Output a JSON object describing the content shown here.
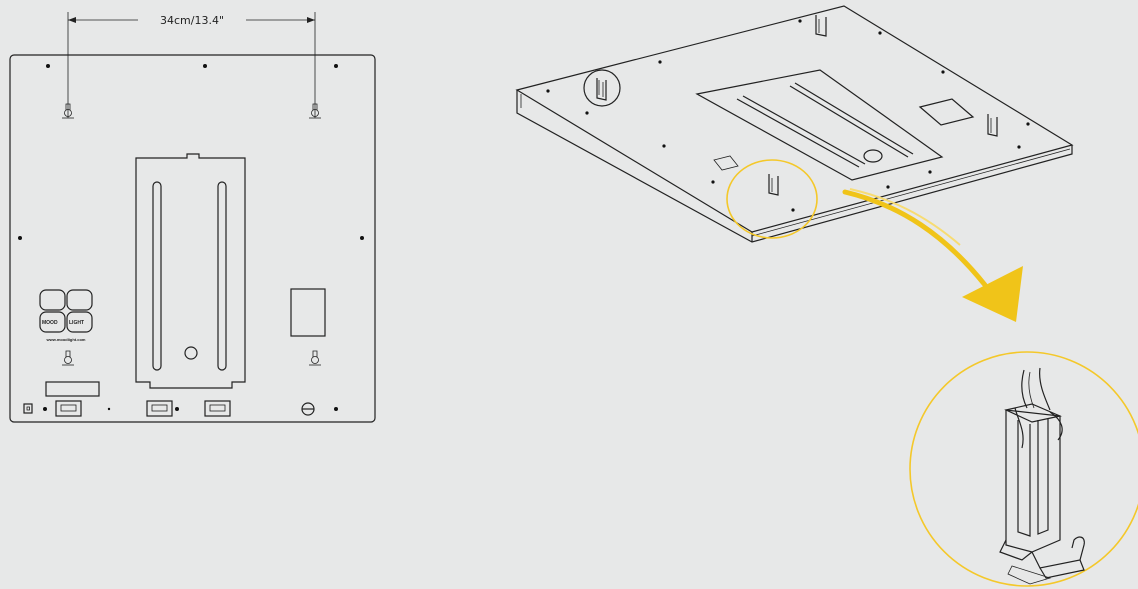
{
  "dimension": {
    "label": "34cm/13.4\""
  },
  "logo": {
    "word_left": "MOOD",
    "word_right": "LIGHT",
    "url": "www.moodlight.com"
  },
  "colors": {
    "background": "#e7e8e8",
    "line": "#222222",
    "highlight": "#f4c82a",
    "arrow": "#f0c419"
  },
  "icons": {
    "mount_hook": "keyhole-hook-icon",
    "clip": "clip-icon",
    "arrow": "curved-arrow-icon",
    "knob": "knob-icon"
  }
}
